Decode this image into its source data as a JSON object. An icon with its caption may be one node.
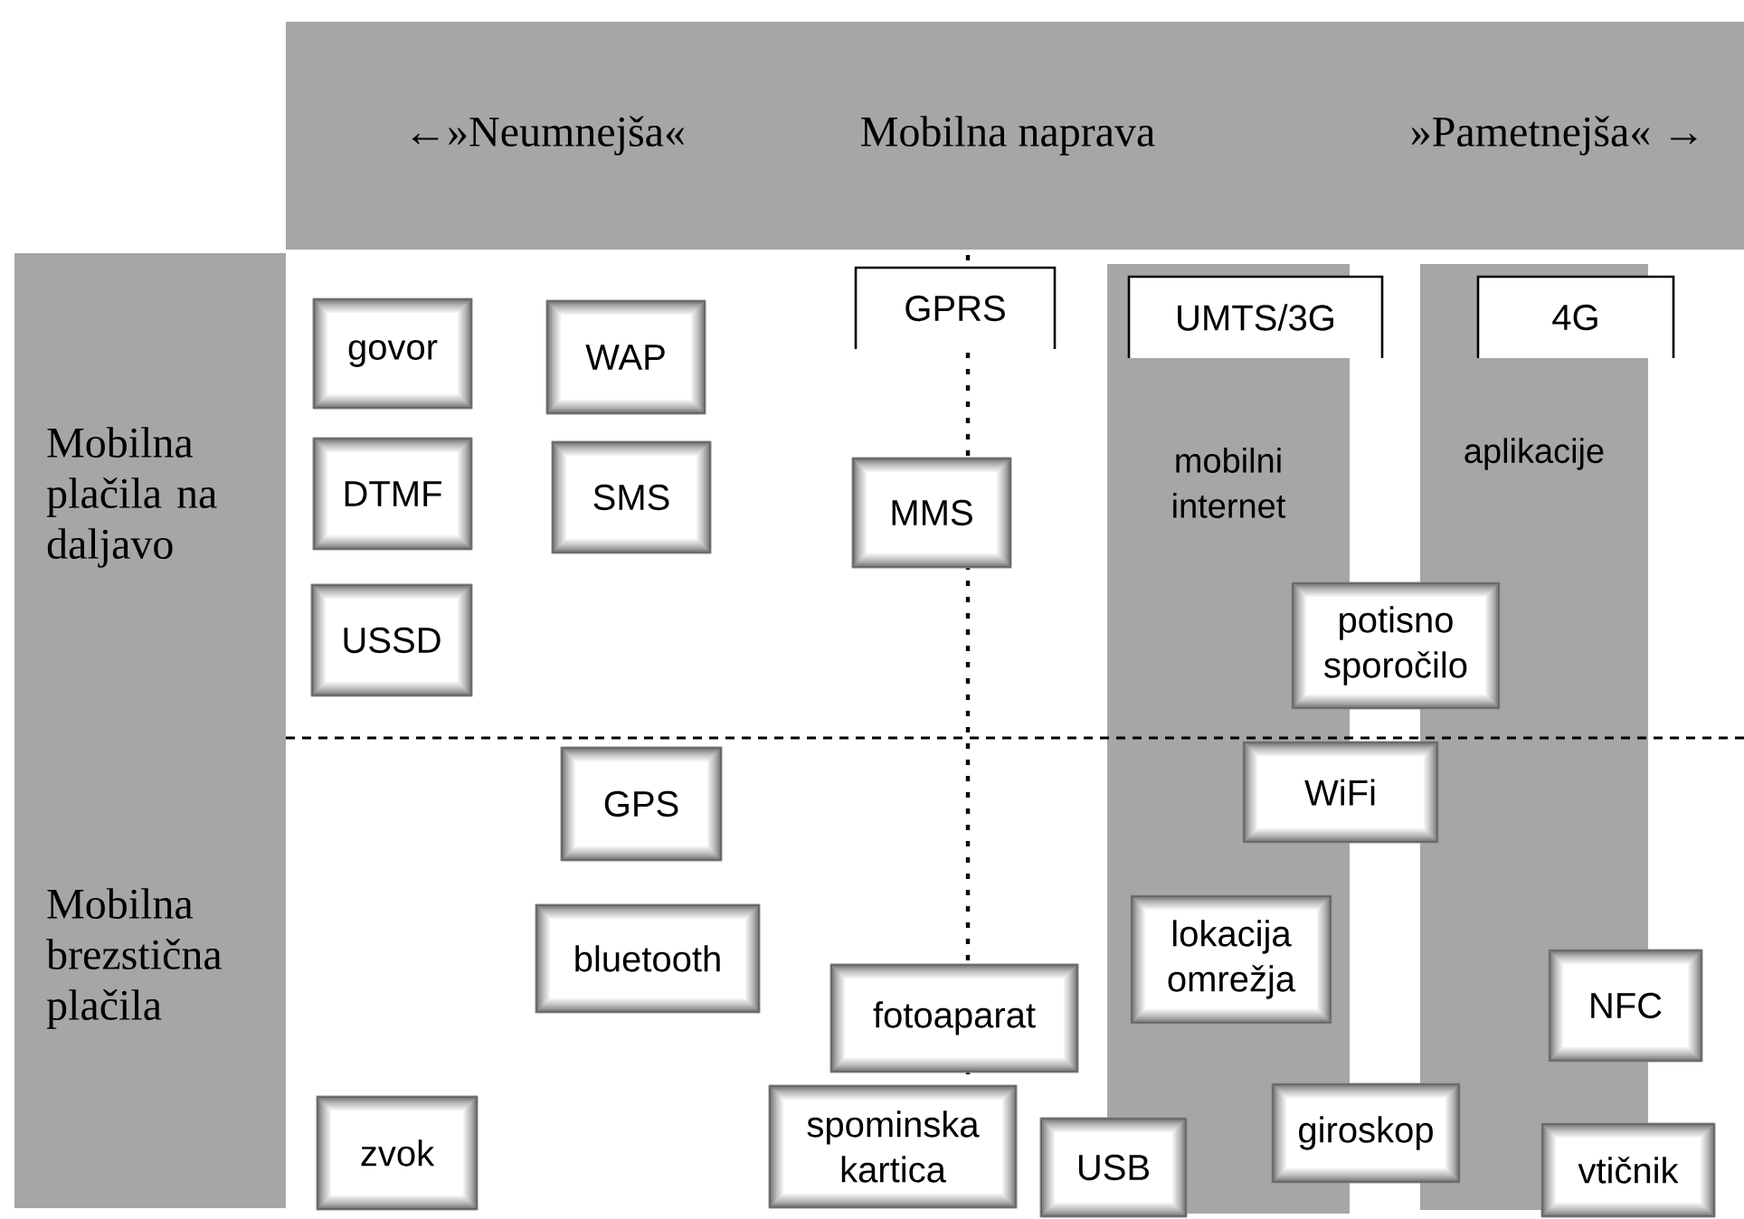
{
  "diagram": {
    "nodes": [
      {
        "text": [
          "←»Neumnejša«",
          "Mobilna naprava",
          "»Pametnejša« →"
        ]
      },
      {
        "text": [
          "Mobilna plačila na daljavo",
          "Mobilna brezstična plačila"
        ]
      },
      {
        "text": [
          "mobilni internet"
        ]
      },
      {
        "text": [
          "aplikacije"
        ]
      },
      {
        "text": [
          "GPRS"
        ]
      },
      {
        "text": [
          "UMTS/3G"
        ]
      },
      {
        "text": [
          "4G"
        ]
      },
      {
        "text": [
          "govor"
        ]
      },
      {
        "text": [
          "WAP"
        ]
      },
      {
        "text": [
          "DTMF"
        ]
      },
      {
        "text": [
          "SMS"
        ]
      },
      {
        "text": [
          "MMS"
        ]
      },
      {
        "text": [
          "USSD"
        ]
      },
      {
        "text": [
          "potisno sporočilo"
        ]
      },
      {
        "text": [
          "WiFi"
        ]
      },
      {
        "text": [
          "GPS"
        ]
      },
      {
        "text": [
          "lokacija omrežja"
        ],
        "in": 2
      },
      {
        "text": [
          "bluetooth"
        ]
      },
      {
        "text": [
          "fotoaparat"
        ]
      },
      {
        "text": [
          "NFC"
        ]
      },
      {
        "text": [
          "giroskop"
        ]
      },
      {
        "text": [
          "spominska kartica"
        ]
      },
      {
        "text": [
          "zvok"
        ]
      },
      {
        "text": [
          "USB"
        ]
      },
      {
        "text": [
          "vtičnik"
        ]
      }
    ]
  }
}
